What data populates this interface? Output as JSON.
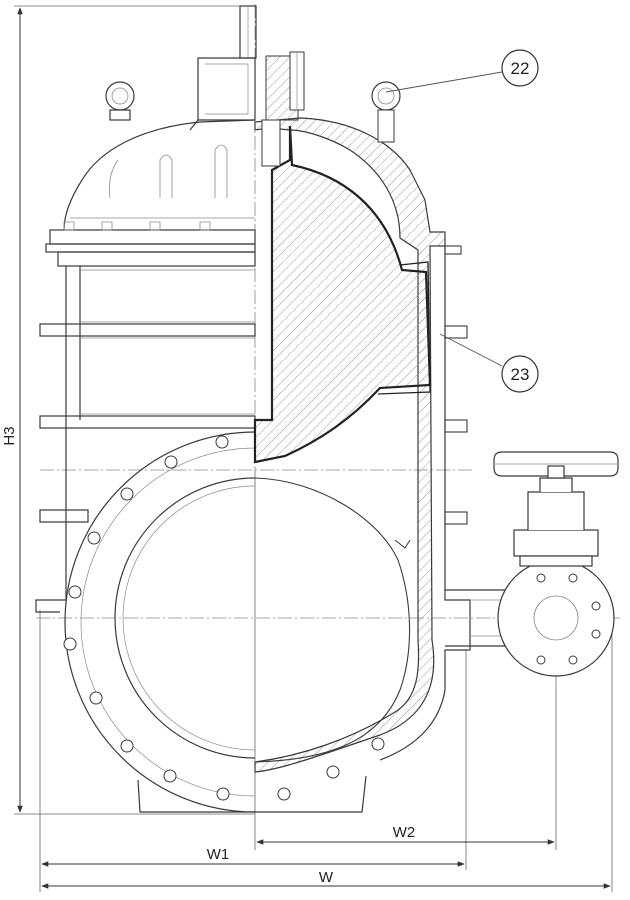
{
  "callouts": {
    "c22": "22",
    "c23": "23"
  },
  "dimensions": {
    "h3": "H3",
    "w1": "W1",
    "w2": "W2",
    "w": "W"
  },
  "colors": {
    "line": "#3a3a3a",
    "light": "#8a8a8a",
    "hatch": "#9a9a9a",
    "background": "#ffffff"
  }
}
